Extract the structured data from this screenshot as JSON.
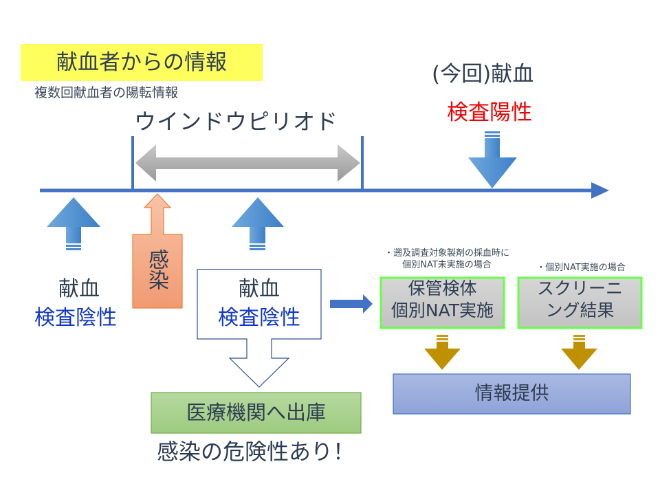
{
  "header": {
    "title": "献血者からの情報",
    "subtitle": "複数回献血者の陽転情報"
  },
  "timeline": {
    "window_period_label": "ウインドウピリオド",
    "current_donation": {
      "label": "(今回)献血",
      "result": "検査陽性"
    },
    "previous_donation_1": {
      "label": "献血",
      "result": "検査陰性"
    },
    "infection": {
      "label": "感染"
    },
    "previous_donation_2": {
      "label": "献血",
      "result": "検査陰性"
    }
  },
  "actions": {
    "note_individual_nat_not_done": "・遡及調査対象製剤の採血時に\n個別NAT未実施の場合",
    "note_individual_nat_done": "・個別NAT実施の場合",
    "stored_sample_box": "保管検体\n個別NAT実施",
    "screening_box": "スクリーニ\nング結果",
    "info_provision": "情報提供",
    "shipped_to_hospital": "医療機関へ出庫",
    "infection_risk": "感染の危険性あり！"
  },
  "colors": {
    "timeline_blue": "#4472c4",
    "title_highlight": "#fefe5c",
    "positive_red": "#f00000",
    "negative_blue": "#1038c8",
    "infection_orange": "#f4a582",
    "gold_arrow": "#bf9000",
    "green_border": "#66ff44",
    "info_box": "#98acdc",
    "ship_box": "#a9d18e"
  }
}
